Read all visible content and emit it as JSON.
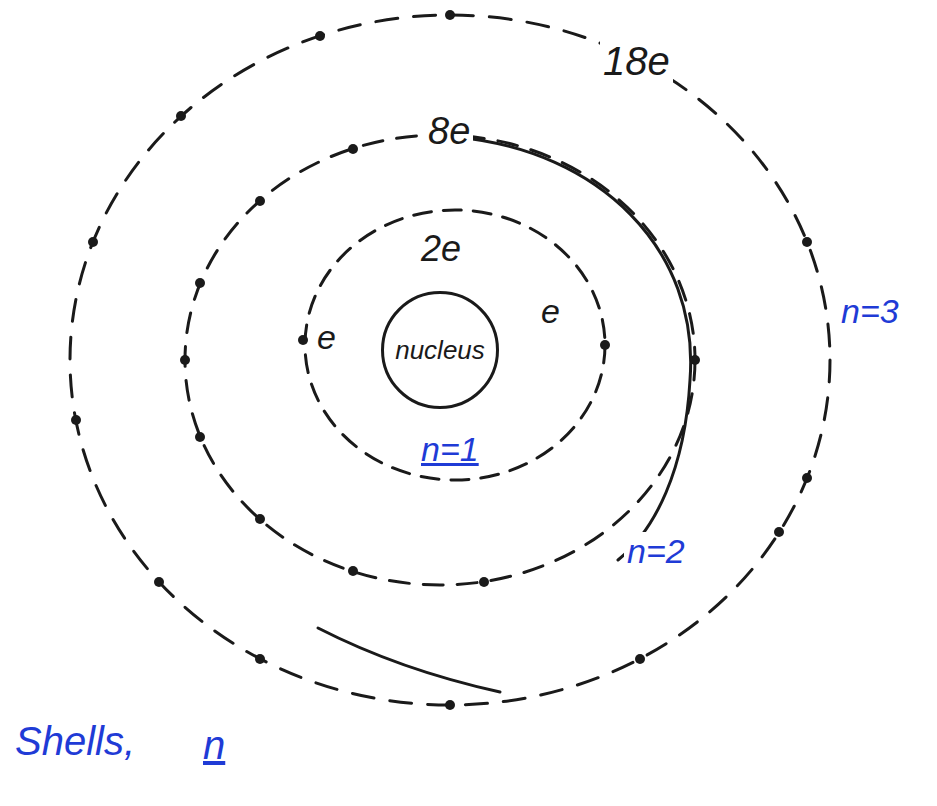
{
  "diagram": {
    "nodes": [
      {
        "text": [
          "nucleus"
        ]
      }
    ],
    "labels": [
      "18e",
      "8e",
      "2e",
      "e",
      "e",
      "n=1",
      "n=2",
      "n=3",
      "Shells,",
      "n"
    ]
  }
}
